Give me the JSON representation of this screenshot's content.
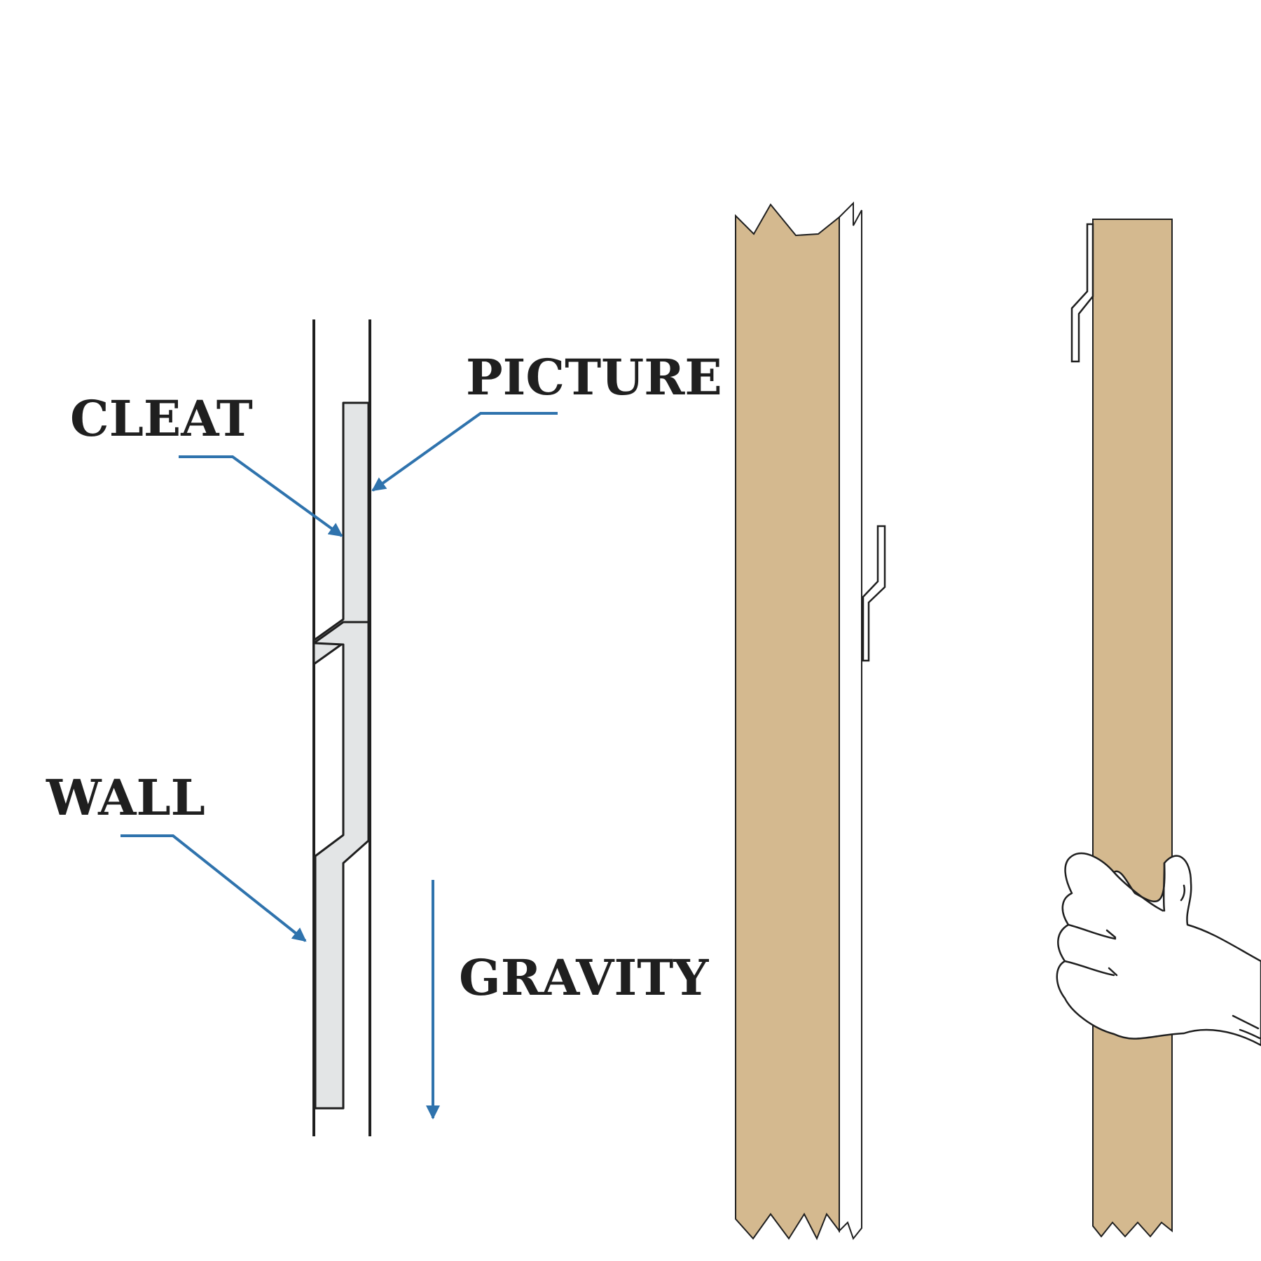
{
  "labels": {
    "cleat": "CLEAT",
    "picture": "PICTURE",
    "wall": "WALL",
    "gravity": "GRAVITY"
  },
  "colors": {
    "arrow": "#2f73ad",
    "wood": "#d4b98f",
    "outline": "#1f1f1f",
    "cleat_fill": "#e3e5e6"
  }
}
